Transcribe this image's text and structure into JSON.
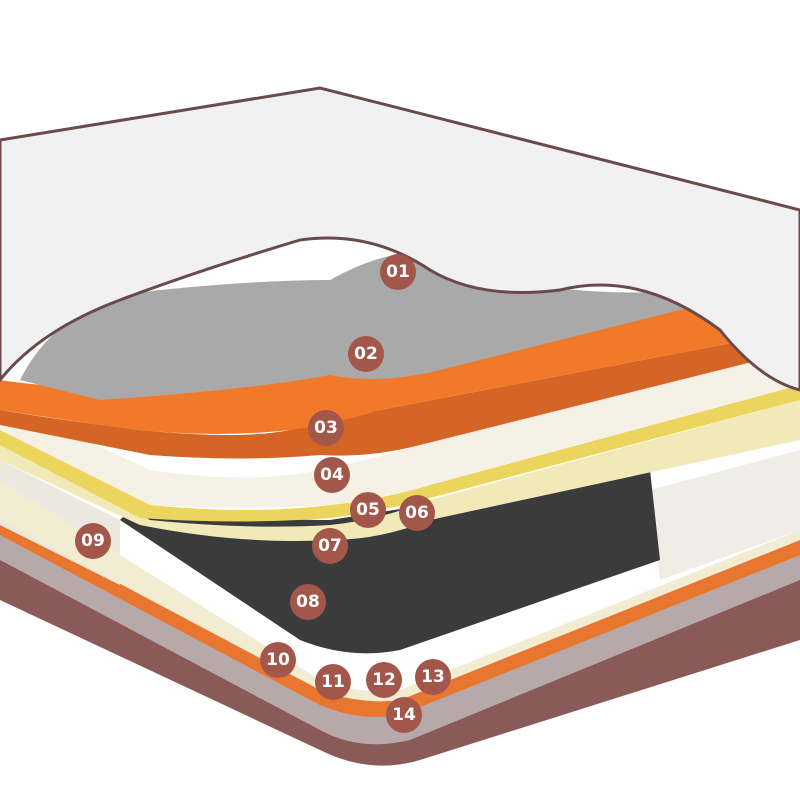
{
  "labels": [
    "01",
    "02",
    "03",
    "04",
    "05",
    "06",
    "07",
    "08",
    "09",
    "10",
    "11",
    "12",
    "13",
    "14"
  ],
  "colors": {
    "badge": "#a3574b",
    "cover": "#f2f2f2",
    "foam_gray": "#a9a9a9",
    "orange": "#f07a2a",
    "cream": "#f3edc9",
    "yellow": "#ecd964",
    "springs": "#3a3a3a",
    "base": "#7a4a4a"
  }
}
